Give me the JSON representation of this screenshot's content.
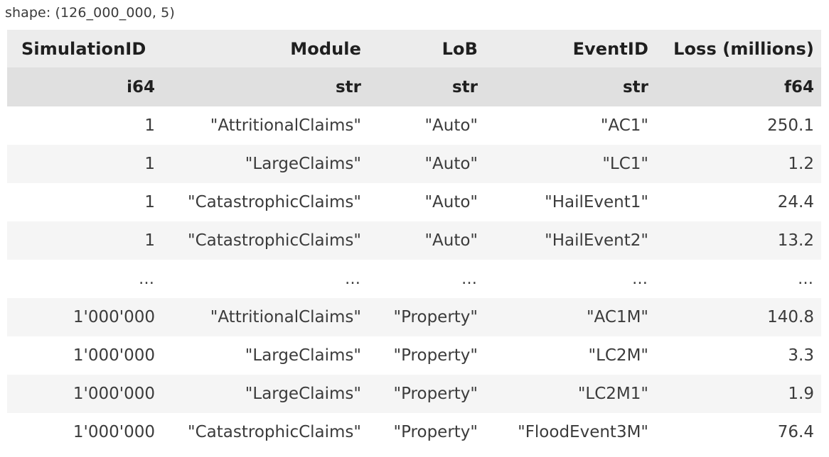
{
  "shape_label": "shape: (126_000_000, 5)",
  "table": {
    "columns": [
      {
        "name": "SimulationID",
        "dtype": "i64",
        "align": "left"
      },
      {
        "name": "Module",
        "dtype": "str",
        "align": "right"
      },
      {
        "name": "LoB",
        "dtype": "str",
        "align": "right"
      },
      {
        "name": "EventID",
        "dtype": "str",
        "align": "right"
      },
      {
        "name": "Loss (millions)",
        "dtype": "f64",
        "align": "right"
      }
    ],
    "ellipsis": "…",
    "rows": [
      [
        "1",
        "\"AttritionalClaims\"",
        "\"Auto\"",
        "\"AC1\"",
        "250.1"
      ],
      [
        "1",
        "\"LargeClaims\"",
        "\"Auto\"",
        "\"LC1\"",
        "1.2"
      ],
      [
        "1",
        "\"CatastrophicClaims\"",
        "\"Auto\"",
        "\"HailEvent1\"",
        "24.4"
      ],
      [
        "1",
        "\"CatastrophicClaims\"",
        "\"Auto\"",
        "\"HailEvent2\"",
        "13.2"
      ],
      [
        "…",
        "…",
        "…",
        "…",
        "…"
      ],
      [
        "1'000'000",
        "\"AttritionalClaims\"",
        "\"Property\"",
        "\"AC1M\"",
        "140.8"
      ],
      [
        "1'000'000",
        "\"LargeClaims\"",
        "\"Property\"",
        "\"LC2M\"",
        "3.3"
      ],
      [
        "1'000'000",
        "\"LargeClaims\"",
        "\"Property\"",
        "\"LC2M1\"",
        "1.9"
      ],
      [
        "1'000'000",
        "\"CatastrophicClaims\"",
        "\"Property\"",
        "\"FloodEvent3M\"",
        "76.4"
      ]
    ],
    "colors": {
      "header_band": "#ececec",
      "dtype_band": "#e0e0e0",
      "row_stripe": "#f5f5f5",
      "row_plain": "#ffffff",
      "text": "#3b3b3b",
      "header_text": "#1f1f1f"
    }
  }
}
